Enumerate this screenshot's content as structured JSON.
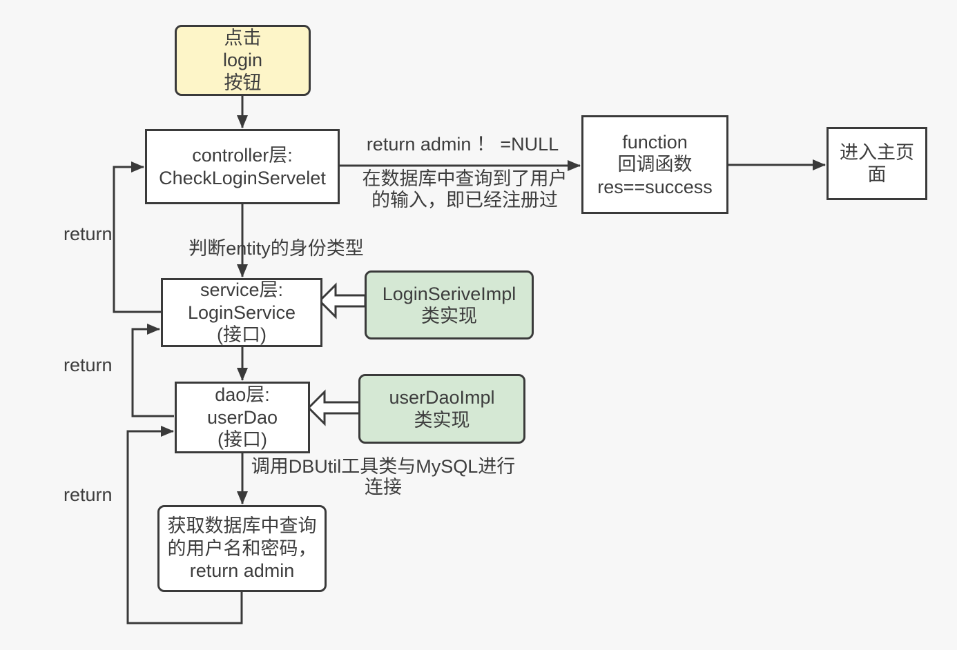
{
  "colors": {
    "background": "#f7f7f7",
    "node_fill": "#ffffff",
    "start_node_fill": "#fdf5c8",
    "impl_node_fill": "#d5e8d4",
    "stroke": "#3a3a3a",
    "text": "#3d3d3d"
  },
  "nodes": {
    "click_login": {
      "label": "点击\nlogin\n按钮"
    },
    "controller": {
      "label": "controller层:\nCheckLoginServelet"
    },
    "callback": {
      "label": "function\n回调函数\nres==success"
    },
    "main_page": {
      "label": "进入主页\n面"
    },
    "service": {
      "label": "service层:\nLoginService\n(接口)"
    },
    "login_service_impl": {
      "label": "LoginSeriveImpl\n类实现"
    },
    "dao": {
      "label": "dao层:\nuserDao\n(接口)"
    },
    "user_dao_impl": {
      "label": "userDaoImpl\n类实现"
    },
    "db_result": {
      "label": "获取数据库中查询\n的用户名和密码，\nreturn admin"
    }
  },
  "edge_labels": {
    "return_not_null": "return admin ！ =NULL",
    "db_query_note": "在数据库中查询到了用户\n的输入，即已经注册过",
    "entity_check": "判断entity的身份类型",
    "dbutil_note": "调用DBUtil工具类与MySQL进行\n连接",
    "return_service_to_controller": "return",
    "return_dao_to_service": "return",
    "return_result_to_dao": "return"
  }
}
